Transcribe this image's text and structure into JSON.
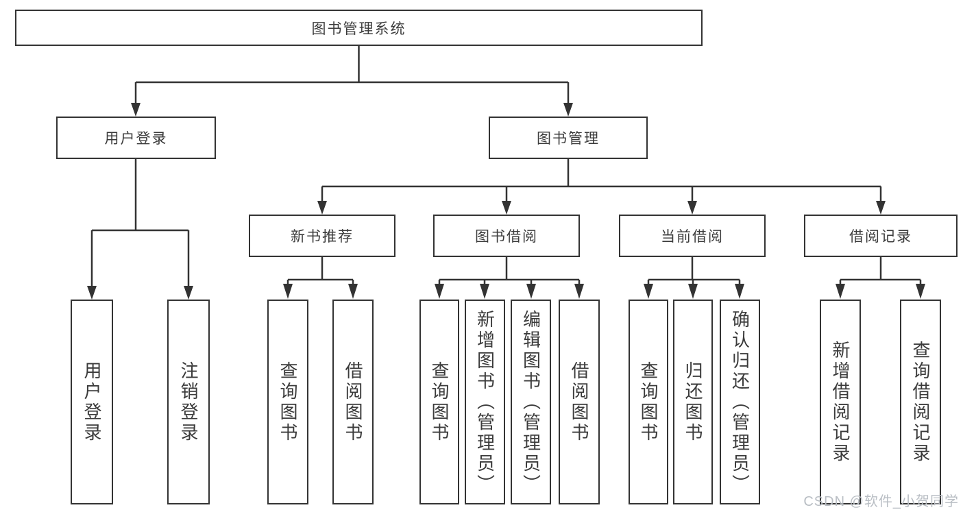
{
  "colors": {
    "background": "#ffffff",
    "line": "#333333",
    "box_border": "#333333",
    "text": "#3b3b3b",
    "watermark": "#b9bec4"
  },
  "diagram": {
    "root": {
      "label": "图书管理系统"
    },
    "branches": [
      {
        "label": "用户登录",
        "children": [
          {
            "label": "用户登录"
          },
          {
            "label": "注销登录"
          }
        ]
      },
      {
        "label": "图书管理",
        "children": [
          {
            "label": "新书推荐",
            "children": [
              {
                "label": "查询图书"
              },
              {
                "label": "借阅图书"
              }
            ]
          },
          {
            "label": "图书借阅",
            "children": [
              {
                "label": "查询图书"
              },
              {
                "label": "新增图书（管理员）"
              },
              {
                "label": "编辑图书（管理员）"
              },
              {
                "label": "借阅图书"
              }
            ]
          },
          {
            "label": "当前借阅",
            "children": [
              {
                "label": "查询图书"
              },
              {
                "label": "归还图书"
              },
              {
                "label": "确认归还（管理员）"
              }
            ]
          },
          {
            "label": "借阅记录",
            "children": [
              {
                "label": "新增借阅记录"
              },
              {
                "label": "查询借阅记录"
              }
            ]
          }
        ]
      }
    ]
  },
  "watermark": {
    "text": "CSDN @软件_小贺同学"
  }
}
